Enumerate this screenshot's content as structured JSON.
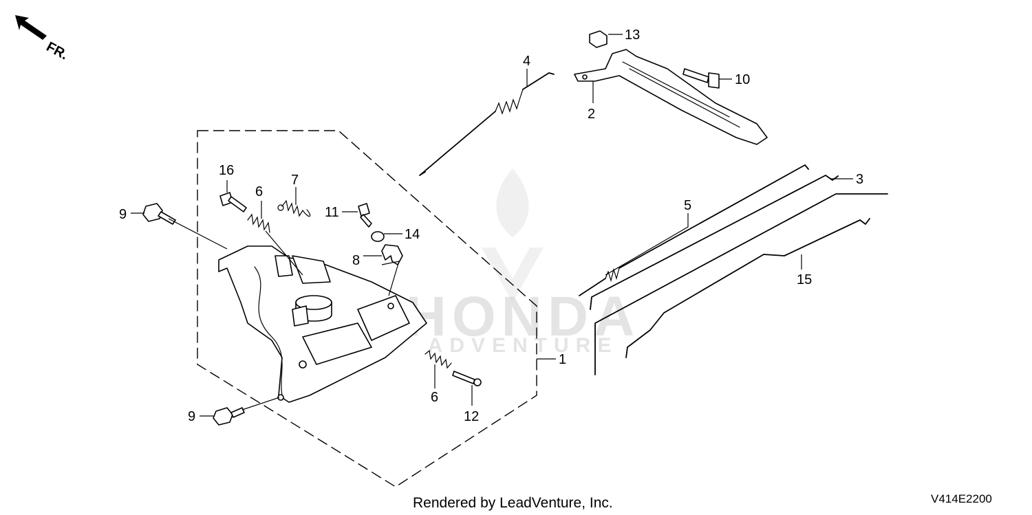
{
  "orientation": {
    "label": "FR."
  },
  "callouts": {
    "c1": "1",
    "c2": "2",
    "c3": "3",
    "c4": "4",
    "c5": "5",
    "c6a": "6",
    "c6b": "6",
    "c7": "7",
    "c8": "8",
    "c9a": "9",
    "c9b": "9",
    "c10": "10",
    "c11": "11",
    "c12": "12",
    "c13": "13",
    "c14": "14",
    "c15": "15",
    "c16": "16"
  },
  "watermark": {
    "brand": "HONDA",
    "sub": "ADVENTURE"
  },
  "footer": {
    "rendered_by": "Rendered by LeadVenture, Inc.",
    "diagram_code": "V414E2200"
  }
}
